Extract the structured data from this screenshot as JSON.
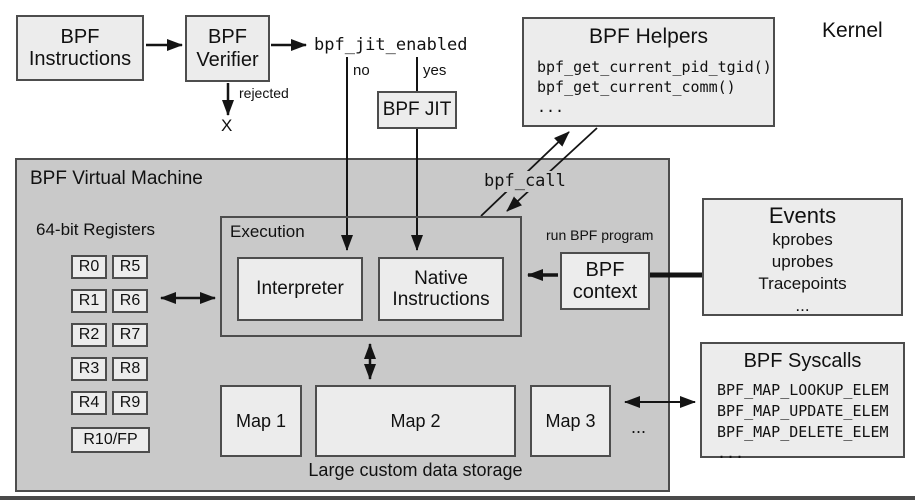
{
  "kernel_label": "Kernel",
  "flow": {
    "instructions": "BPF\nInstructions",
    "verifier": "BPF\nVerifier",
    "jit_enabled": "bpf_jit_enabled",
    "no": "no",
    "yes": "yes",
    "rejected": "rejected",
    "rejected_x": "X",
    "jit": "BPF JIT",
    "bpf_call": "bpf_call"
  },
  "helpers": {
    "title": "BPF Helpers",
    "items": {
      "0": "bpf_get_current_pid_tgid()",
      "1": "bpf_get_current_comm()",
      "2": "..."
    }
  },
  "vm": {
    "title": "BPF Virtual Machine",
    "registers_label": "64-bit Registers",
    "registers": {
      "0": "R0",
      "1": "R5",
      "2": "R1",
      "3": "R6",
      "4": "R2",
      "5": "R7",
      "6": "R3",
      "7": "R8",
      "8": "R4",
      "9": "R9",
      "10": "R10/FP"
    },
    "execution": {
      "label": "Execution",
      "interpreter": "Interpreter",
      "native": "Native\nInstructions"
    },
    "context": "BPF\ncontext",
    "run_label": "run BPF program",
    "maps": {
      "0": "Map 1",
      "1": "Map 2",
      "2": "Map 3"
    },
    "maps_ellipsis": "...",
    "storage_label": "Large custom data storage"
  },
  "events": {
    "title": "Events",
    "items": {
      "0": "kprobes",
      "1": "uprobes",
      "2": "Tracepoints",
      "3": "..."
    }
  },
  "syscalls": {
    "title": "BPF Syscalls",
    "items": {
      "0": "BPF_MAP_LOOKUP_ELEM",
      "1": "BPF_MAP_UPDATE_ELEM",
      "2": "BPF_MAP_DELETE_ELEM",
      "3": "..."
    }
  },
  "colors": {
    "box_fill": "#ececec",
    "vm_fill": "#c9c9c9",
    "border": "#4d4d4d",
    "line": "#141414"
  }
}
